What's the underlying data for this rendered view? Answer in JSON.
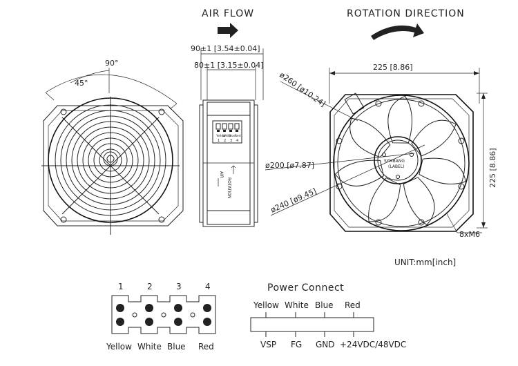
{
  "airflow_title": "AIR FLOW",
  "rotation_title": "ROTATION DIRECTION",
  "front_view": {
    "angle_90": "90°",
    "angle_45": "45°"
  },
  "side_view": {
    "dim_90": "90±1 [3.54±0.04]",
    "dim_80": "80±1 [3.15±0.04]",
    "pin_labels": [
      "Yellow",
      "White",
      "Blue",
      "Red"
    ],
    "pin_numbers": [
      "1",
      "2",
      "3",
      "4"
    ],
    "arrow_air": "AIR",
    "arrow_rotation": "ROTATION"
  },
  "rear_view": {
    "dim_225_h": "225 [8.86]",
    "dim_225_v": "225 [8.86]",
    "dia_260": "ø260 [ø10.24]",
    "dia_200": "ø200 [ø7.87]",
    "dia_240": "ø240 [ø9.45]",
    "screws": "8xM6",
    "label_line1": "SYMBANG",
    "label_line2": "(LABEL)"
  },
  "unit_note": "UNIT:mm[inch]",
  "connector": {
    "numbers": [
      "1",
      "2",
      "3",
      "4"
    ],
    "colors": [
      "Yellow",
      "White",
      "Blue",
      "Red"
    ]
  },
  "power_connect": {
    "title": "Power Connect",
    "wire_colors": [
      "Yellow",
      "White",
      "Blue",
      "Red"
    ],
    "signals": [
      "VSP",
      "FG",
      "GND",
      "+24VDC/48VDC"
    ]
  }
}
